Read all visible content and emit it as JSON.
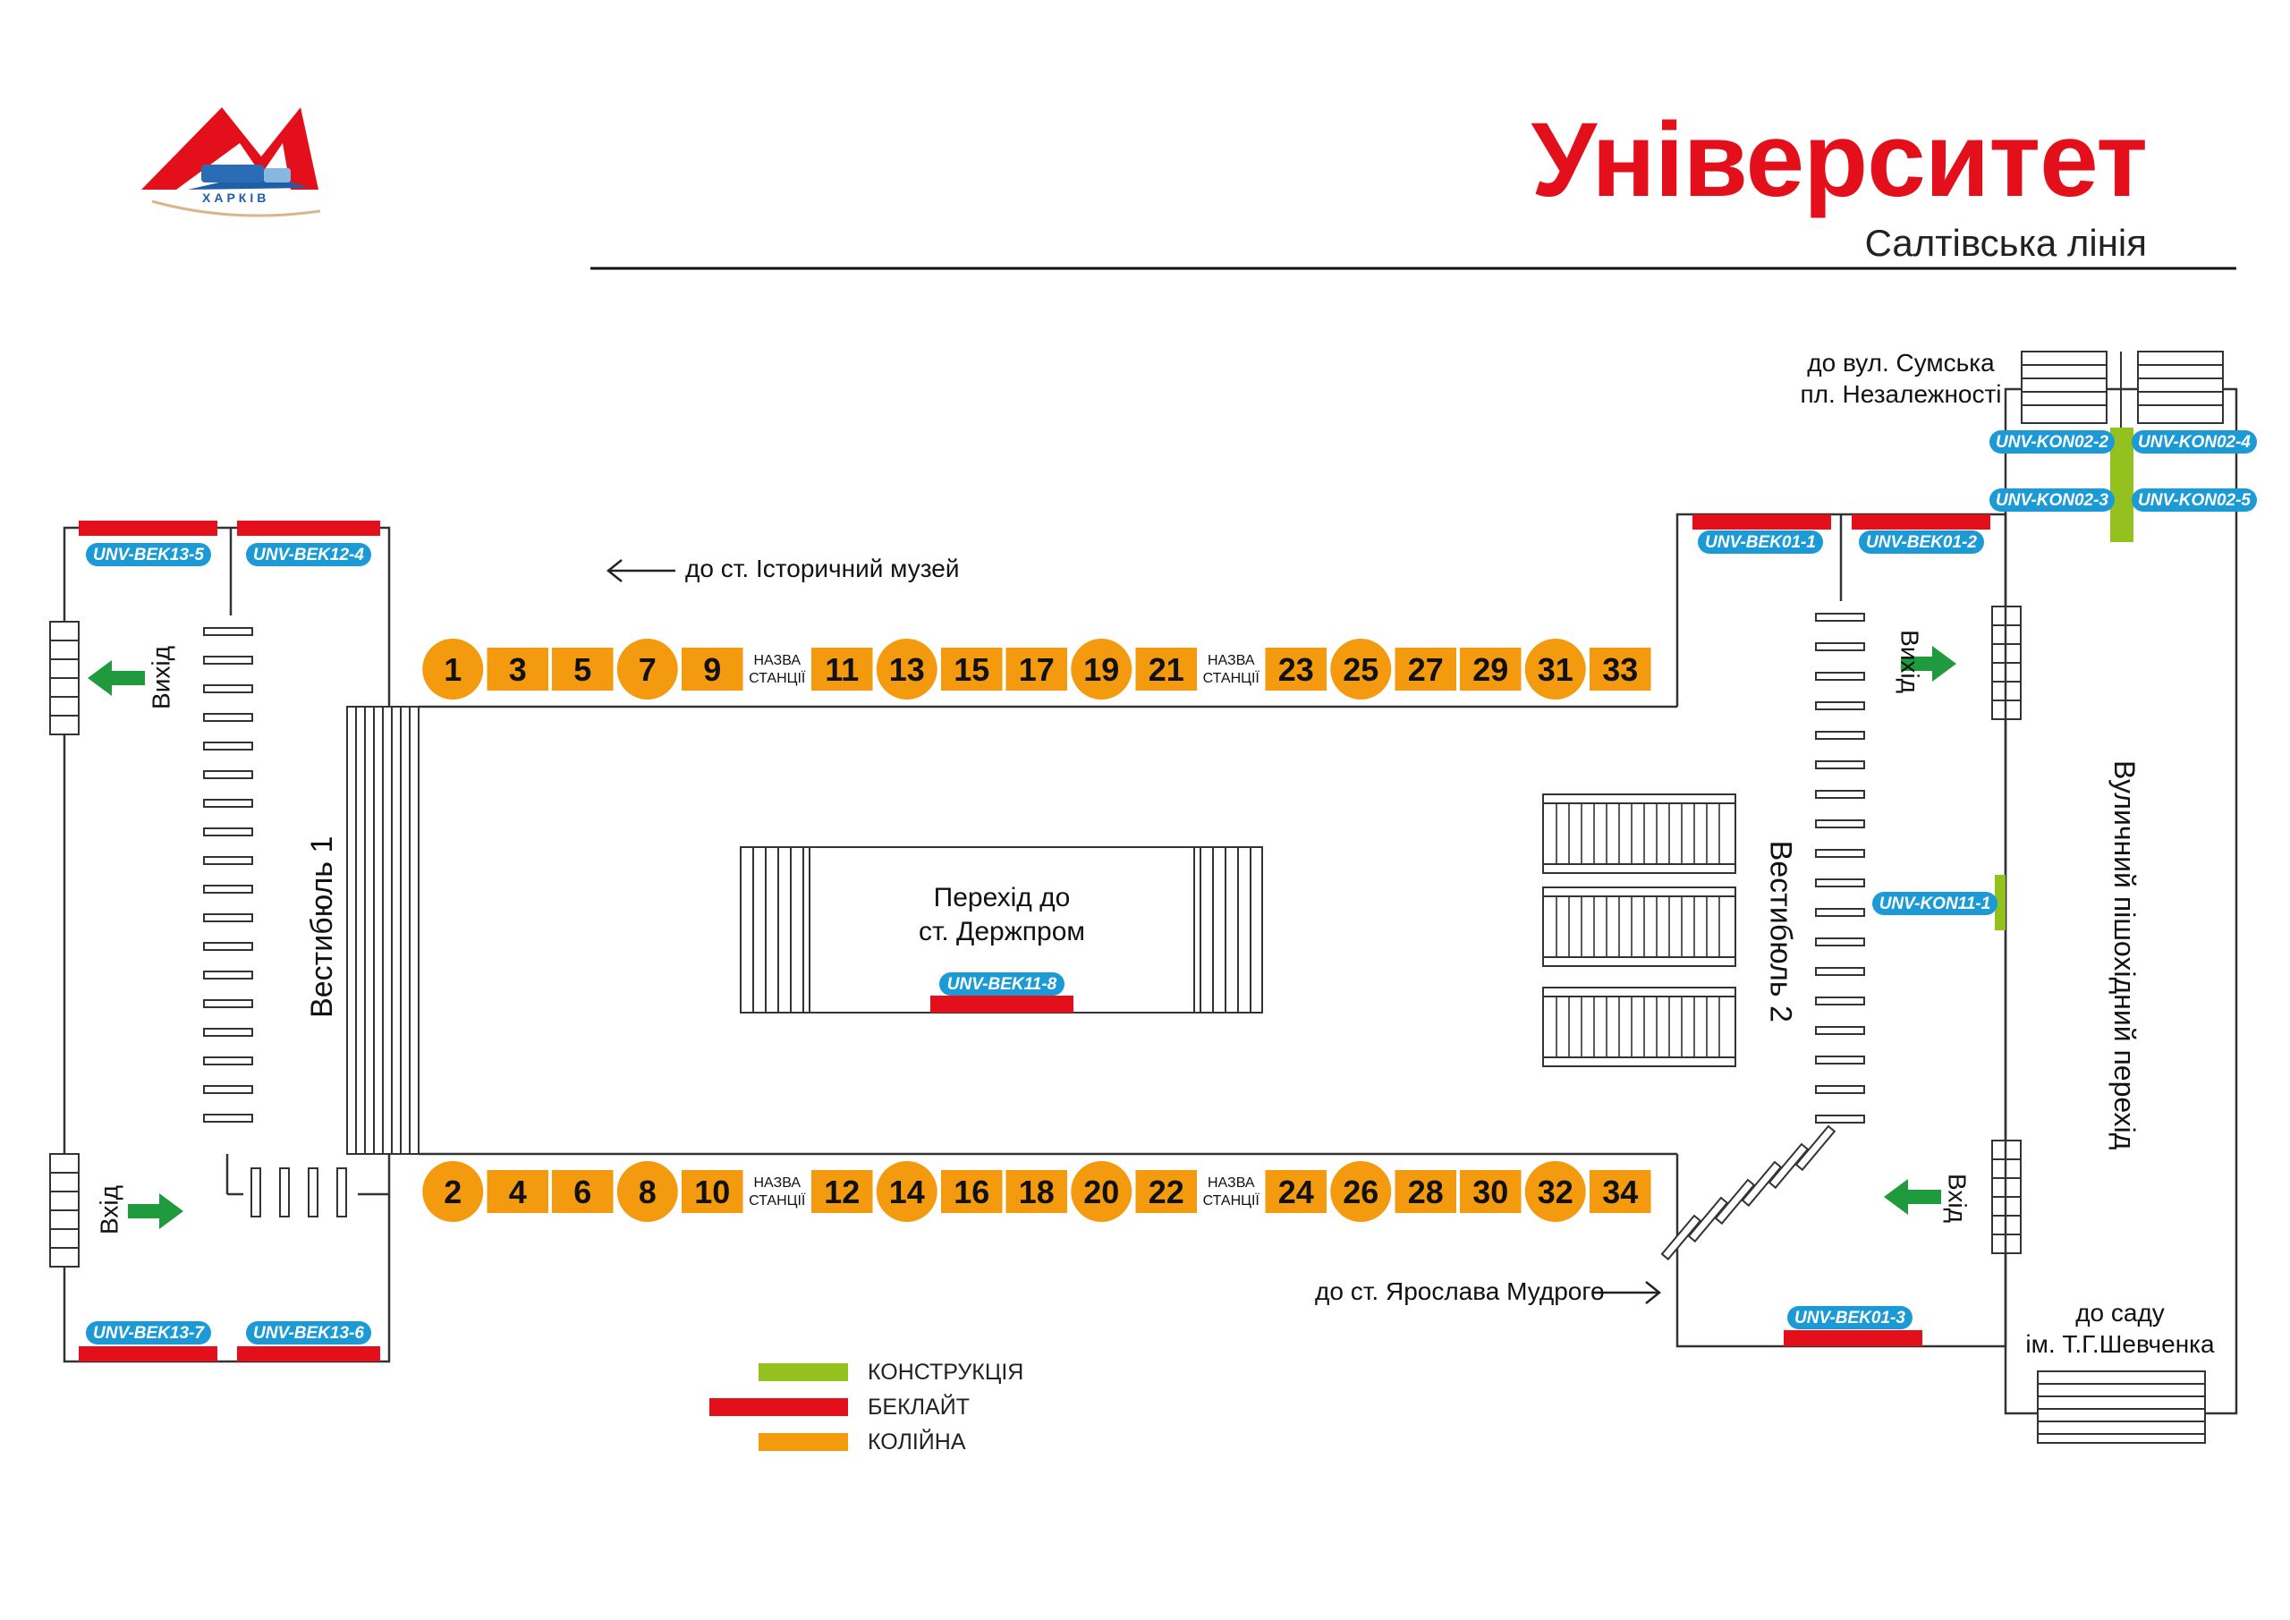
{
  "header": {
    "title": "Університет",
    "subtitle": "Салтівська лінія",
    "logo_text": "ХАРКІВ"
  },
  "colors": {
    "construction": "#95c11f",
    "backlight": "#e3101c",
    "track": "#f39a0e",
    "code_badge": "#1b9ad6",
    "exit_arrow": "#1f9a3c",
    "line": "#333333"
  },
  "labels": {
    "to_history_museum": "до ст. Історичний музей",
    "to_yaroslav": "до ст. Ярослава Мудрого",
    "to_sumska": "до вул. Сумська\nпл. Незалежності",
    "to_shevchenko_garden": "до саду\nім. Т.Г.Шевченка",
    "street_crossing": "Вуличний пішохідний перехід",
    "vestibule_1": "Вестибюль 1",
    "vestibule_2": "Вестибюль 2",
    "transfer": "Перехід до\nст. Держпром",
    "exit": "Вихід",
    "entrance": "Вхід",
    "station_name": "НАЗВА\nСТАНЦІЇ"
  },
  "track_top": [
    "1",
    "3",
    "5",
    "7",
    "9",
    "НАЗВА СТАНЦІЇ",
    "11",
    "13",
    "15",
    "17",
    "19",
    "21",
    "НАЗВА СТАНЦІЇ",
    "23",
    "25",
    "27",
    "29",
    "31",
    "33"
  ],
  "track_top_circles": [
    "1",
    "7",
    "13",
    "19",
    "25",
    "31"
  ],
  "track_bottom": [
    "2",
    "4",
    "6",
    "8",
    "10",
    "НАЗВА СТАНЦІЇ",
    "12",
    "14",
    "16",
    "18",
    "20",
    "22",
    "НАЗВА СТАНЦІЇ",
    "24",
    "26",
    "28",
    "30",
    "32",
    "34"
  ],
  "track_bottom_circles": [
    "2",
    "8",
    "14",
    "20",
    "26",
    "32"
  ],
  "ad_codes": {
    "bek13_5": "UNV-BEK13-5",
    "bek12_4": "UNV-BEK12-4",
    "bek13_7": "UNV-BEK13-7",
    "bek13_6": "UNV-BEK13-6",
    "bek11_8": "UNV-BEK11-8",
    "bek01_1": "UNV-BEK01-1",
    "bek01_2": "UNV-BEK01-2",
    "bek01_3": "UNV-BEK01-3",
    "kon02_2": "UNV-KON02-2",
    "kon02_3": "UNV-KON02-3",
    "kon02_4": "UNV-KON02-4",
    "kon02_5": "UNV-KON02-5",
    "kon11_1": "UNV-KON11-1"
  },
  "legend": [
    {
      "label": "КОНСТРУКЦІЯ",
      "color": "#95c11f"
    },
    {
      "label": "БЕКЛАЙТ",
      "color": "#e3101c"
    },
    {
      "label": "КОЛІЙНА",
      "color": "#f39a0e"
    }
  ]
}
